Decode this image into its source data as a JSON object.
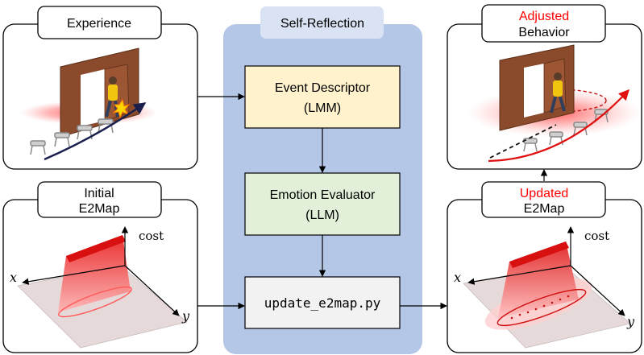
{
  "self_reflection": {
    "title": "Self-Reflection",
    "event_descriptor": {
      "line1": "Event Descriptor",
      "line2": "(LMM)"
    },
    "emotion_evaluator": {
      "line1": "Emotion Evaluator",
      "line2": "(LLM)"
    },
    "update_script": "update_e2map.py"
  },
  "experience": {
    "title": "Experience"
  },
  "initial_map": {
    "title_line1": "Initial",
    "title_line2": "E2Map"
  },
  "adjusted": {
    "title_highlight": "Adjusted",
    "title_rest": "Behavior"
  },
  "updated_map": {
    "title_highlight": "Updated",
    "title_rest": "E2Map"
  },
  "axes": {
    "cost": "cost",
    "x": "x",
    "y": "y"
  },
  "colors": {
    "panel_bg": "#b4c7e7",
    "panel_title_bg": "#dae3f3",
    "event_box": "#fff2cc",
    "emotion_box": "#e2f0d9",
    "script_box": "#f2f2f2",
    "highlight": "#ff0000",
    "door": "#8b4a2b",
    "cost_red": "#ff2020"
  }
}
